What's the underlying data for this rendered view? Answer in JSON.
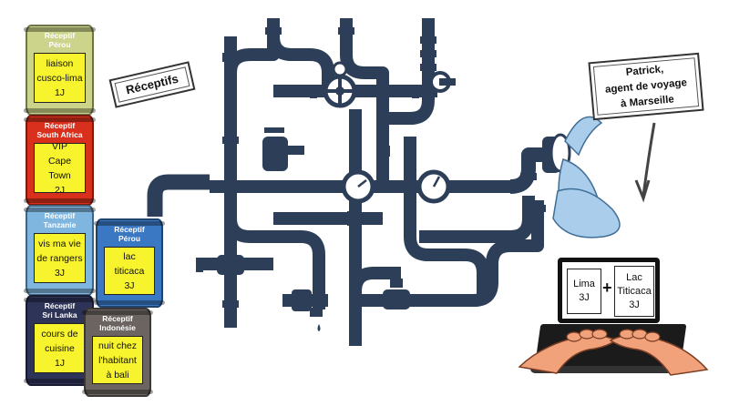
{
  "barrels": [
    {
      "title": "Réceptif\nPérou",
      "note": "liaison\ncusco-lima\n1J",
      "color": "#cbd48a"
    },
    {
      "title": "Réceptif\nSouth Africa",
      "note": "VIP\nCape Town\n2J",
      "color": "#d9301e"
    },
    {
      "title": "Réceptif\nTanzanie",
      "note": "vis ma vie\nde rangers\n3J",
      "color": "#7fb6e0"
    },
    {
      "title": "Réceptif\nSri Lanka",
      "note": "cours de\ncuisine\n1J",
      "color": "#2e3358"
    },
    {
      "title": "Réceptif\nPérou",
      "note": "lac\ntiticaca\n3J",
      "color": "#3b78c4"
    },
    {
      "title": "Réceptif\nIndonésie",
      "note": "nuit chez\nl'habitant\nà bali",
      "color": "#6b6460"
    }
  ],
  "labels": {
    "receptifs": "Réceptifs",
    "agent": "Patrick,\nagent de voyage\nà Marseille"
  },
  "laptop": {
    "card1": "Lima\n3J",
    "plus": "+",
    "card2": "Lac\nTiticaca\n3J"
  },
  "colors": {
    "pipe": "#2d3f58",
    "water": "#a9cdea",
    "skin": "#f2a27a"
  }
}
